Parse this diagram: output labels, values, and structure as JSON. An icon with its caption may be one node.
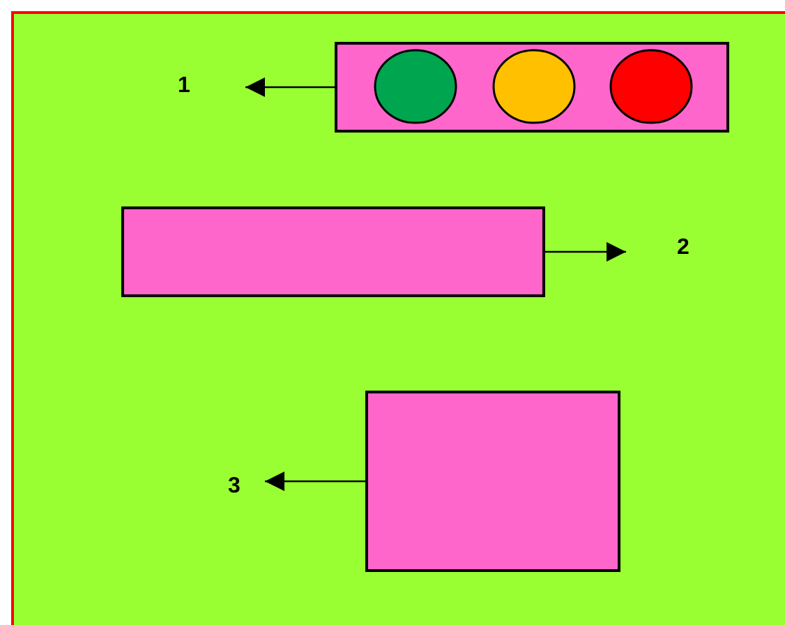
{
  "diagram": {
    "nodes": [
      {
        "text": [
          "1"
        ]
      },
      {
        "text": [],
        "shape": "box"
      },
      {
        "text": [],
        "shape": "box"
      },
      {
        "text": [
          "2"
        ]
      },
      {
        "text": [
          "3"
        ]
      },
      {
        "text": [],
        "shape": "box"
      }
    ],
    "edges": [
      {
        "from": 1,
        "to": 0,
        "arrow": "to"
      },
      {
        "from": 2,
        "to": 3,
        "arrow": "to"
      },
      {
        "from": 5,
        "to": 4,
        "arrow": "to"
      }
    ]
  }
}
